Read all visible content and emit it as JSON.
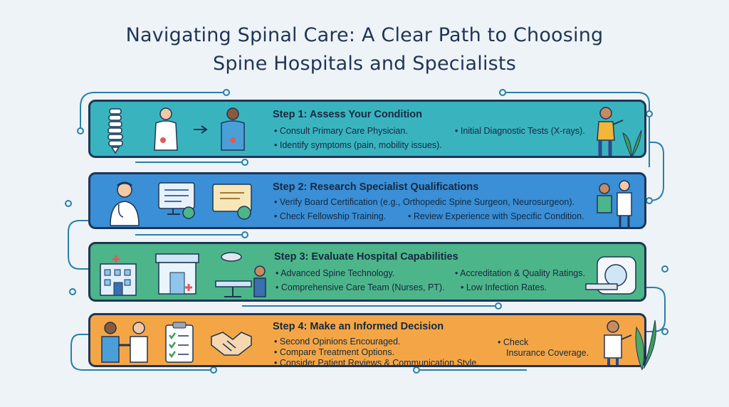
{
  "title": {
    "line1": "Navigating Spinal Care: A Clear Path to Choosing",
    "line2": "Spine Hospitals and Specialists"
  },
  "colors": {
    "step1": "#39b4bf",
    "step2": "#3a8fd6",
    "step3": "#4db58a",
    "step4": "#f4a646",
    "border": "#1f3556",
    "connector": "#2a7fa8"
  },
  "steps": [
    {
      "title": "Step 1: Assess Your Condition",
      "bullets_left": [
        "Consult Primary Care Physician.",
        "Identify symptoms (pain, mobility issues)."
      ],
      "bullets_right": [
        "Initial Diagnostic Tests (X-rays)."
      ],
      "icons": [
        "spine-icon",
        "back-pain-person-icon",
        "arrow-right-icon",
        "back-pain-person-icon",
        "woman-pointing-icon",
        "plant-icon"
      ]
    },
    {
      "title": "Step 2: Research Specialist Qualifications",
      "bullets": [
        "Verify Board Certification (e.g., Orthopedic Spine Surgeon, Neurosurgeon).",
        "Check Fellowship Training.",
        "Review Experience with Specific Condition."
      ],
      "icons": [
        "doctor-icon",
        "certificate-monitor-icon",
        "diploma-icon",
        "doctor-patient-icon"
      ]
    },
    {
      "title": "Step 3: Evaluate Hospital Capabilities",
      "bullets_left": [
        "Advanced Spine Technology.",
        "Comprehensive Care Team (Nurses, PT)."
      ],
      "bullets_right": [
        "Accreditation & Quality Ratings.",
        "Low Infection Rates."
      ],
      "icons": [
        "hospital-building-icon",
        "hospital-entrance-icon",
        "operating-room-icon",
        "mri-scanner-icon"
      ]
    },
    {
      "title": "Step 4: Make an Informed Decision",
      "bullets_left": [
        "Second Opinions Encouraged.",
        "Compare Treatment Options.",
        "Consider Patient Reviews & Communication Style."
      ],
      "bullets_right": [
        "Check",
        "Insurance Coverage."
      ],
      "icons": [
        "handshake-people-icon",
        "checklist-icon",
        "handshake-icon",
        "doctor-presenting-icon",
        "leaves-icon"
      ]
    }
  ]
}
